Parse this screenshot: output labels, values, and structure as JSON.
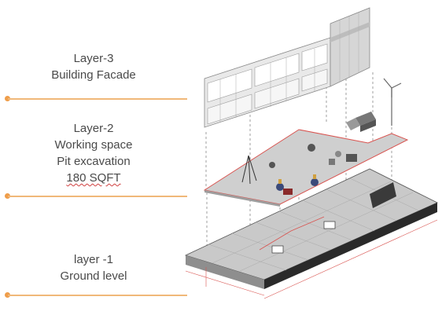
{
  "layers": [
    {
      "id": "layer-3",
      "lines": [
        "Layer-3",
        "Building Facade"
      ]
    },
    {
      "id": "layer-2",
      "lines": [
        "Layer-2",
        "Working space",
        "Pit excavation",
        "180 SQFT"
      ]
    },
    {
      "id": "layer-1",
      "lines": [
        "layer -1",
        "Ground level"
      ]
    }
  ],
  "colors": {
    "accent": "#ef9d4a",
    "rule": "#f0b879",
    "outline_red": "#d9534f",
    "slab_grey": "#c9c9c9",
    "facade_grey": "#e9e9e9"
  }
}
